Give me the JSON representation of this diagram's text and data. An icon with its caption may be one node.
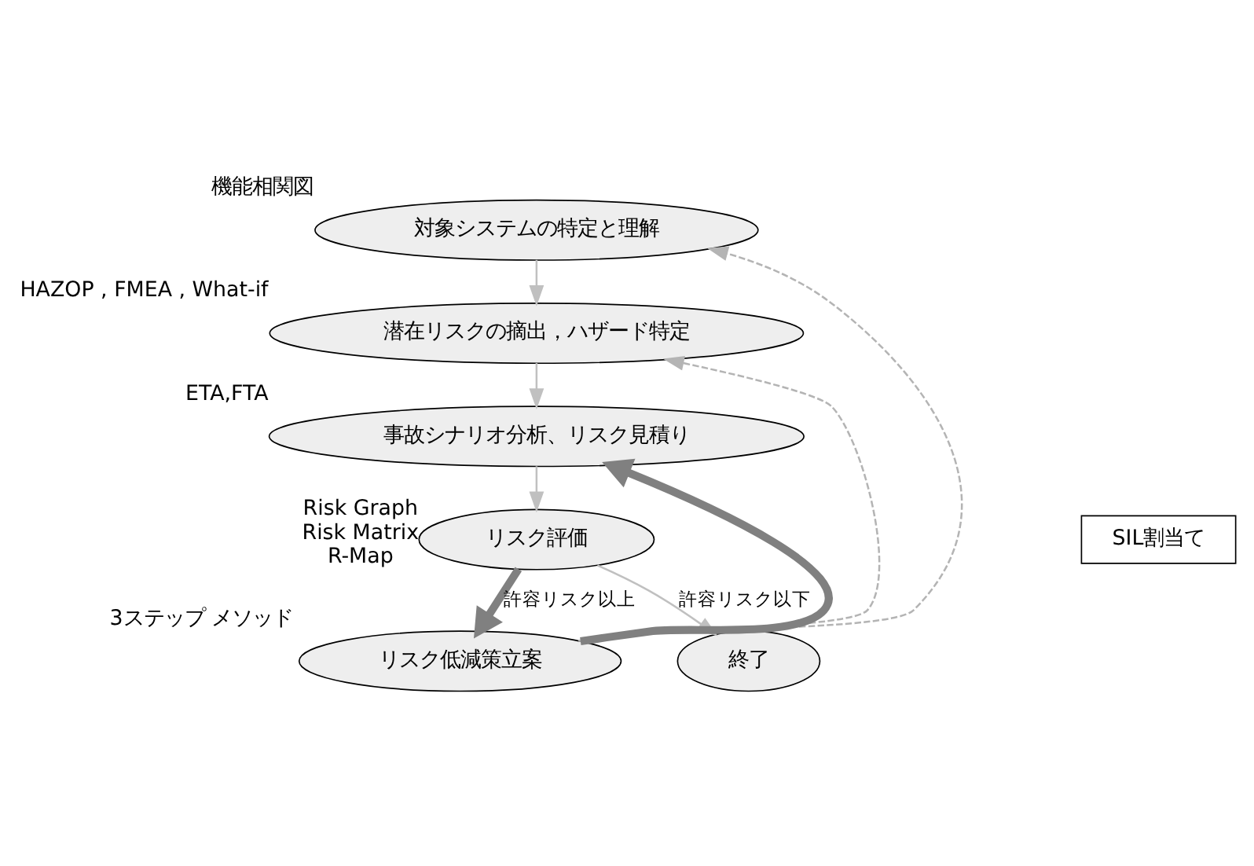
{
  "diagram": {
    "nodes": [
      {
        "text": [
          "対象システムの特定と理解"
        ],
        "beside": [
          "機能相関図"
        ]
      },
      {
        "text": [
          "潜在リスクの摘出，ハザード特定"
        ],
        "beside": [
          "HAZOP , FMEA , What-if"
        ]
      },
      {
        "text": [
          "事故シナリオ分析、リスク見積り"
        ],
        "beside": [
          "ETA,FTA"
        ]
      },
      {
        "text": [
          "リスク評価"
        ],
        "beside": [
          "Risk Graph",
          "Risk Matrix",
          "R-Map"
        ]
      },
      {
        "text": [
          "リスク低減策立案"
        ],
        "beside": [
          "3ステップ メソッド"
        ]
      },
      {
        "text": [
          "終了"
        ]
      },
      {
        "text": [
          "SIL割当て"
        ]
      }
    ],
    "edges": [
      {
        "from": 0,
        "to": 1,
        "arrow": "to"
      },
      {
        "from": 1,
        "to": 2,
        "arrow": "to"
      },
      {
        "from": 2,
        "to": 3,
        "arrow": "to"
      },
      {
        "from": 3,
        "to": 4,
        "arrow": "to",
        "label": "許容リスク以上",
        "style": "thick",
        "color": "#808080"
      },
      {
        "from": 3,
        "to": 5,
        "arrow": "to",
        "label": "許容リスク以下"
      },
      {
        "from": 4,
        "to": 2,
        "arrow": "to",
        "style": "thick",
        "color": "#808080"
      },
      {
        "from": 4,
        "to": 1,
        "arrow": "to",
        "style": "dashed",
        "color": "#b4b4b4"
      },
      {
        "from": 4,
        "to": 0,
        "arrow": "to",
        "style": "dashed",
        "color": "#b4b4b4"
      }
    ]
  }
}
